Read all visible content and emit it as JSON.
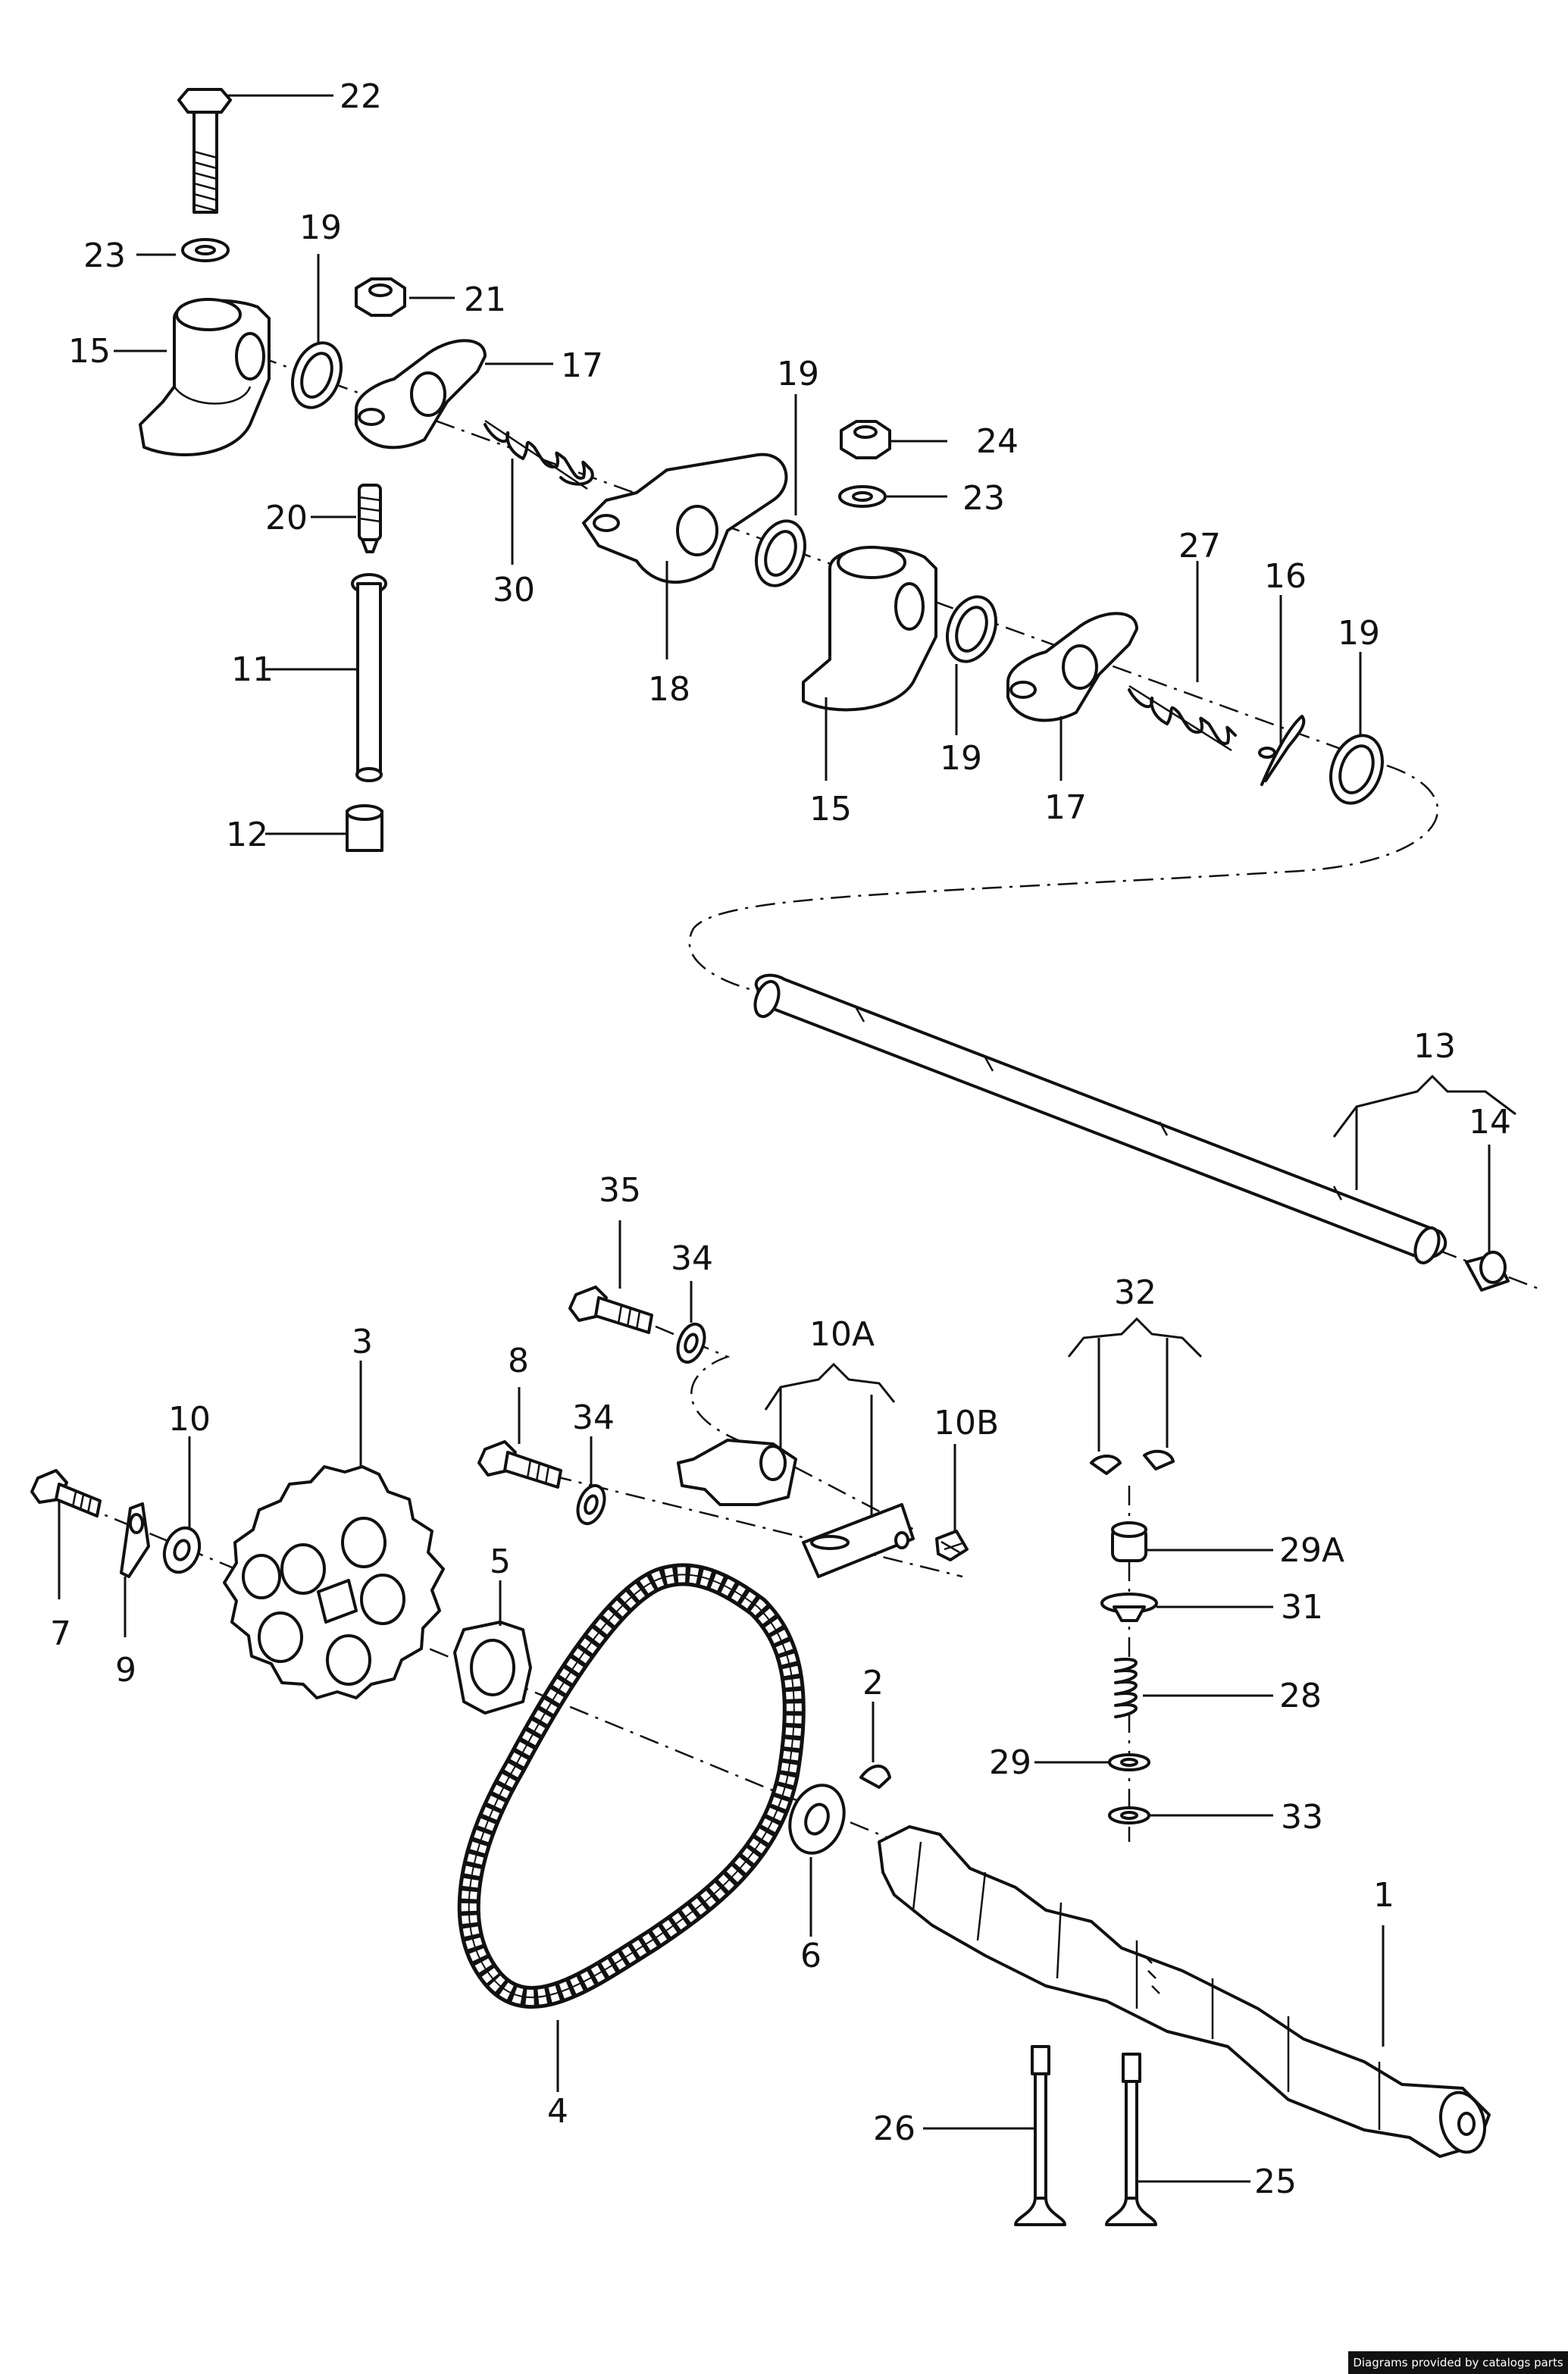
{
  "diagram": {
    "callouts": {
      "p1": "1",
      "p2": "2",
      "p3": "3",
      "p4": "4",
      "p5": "5",
      "p6": "6",
      "p7": "7",
      "p8": "8",
      "p9": "9",
      "p10": "10",
      "p10a": "10A",
      "p10b": "10B",
      "p11": "11",
      "p12": "12",
      "p13": "13",
      "p14": "14",
      "p15": "15",
      "p16": "16",
      "p17": "17",
      "p18": "18",
      "p19": "19",
      "p20": "20",
      "p21": "21",
      "p22": "22",
      "p23": "23",
      "p24": "24",
      "p25": "25",
      "p26": "26",
      "p27": "27",
      "p28": "28",
      "p29": "29",
      "p29a": "29A",
      "p30": "30",
      "p31": "31",
      "p32": "32",
      "p33": "33",
      "p34": "34",
      "p35": "35"
    }
  },
  "footer": {
    "credit": "Diagrams provided by catalogs parts"
  }
}
